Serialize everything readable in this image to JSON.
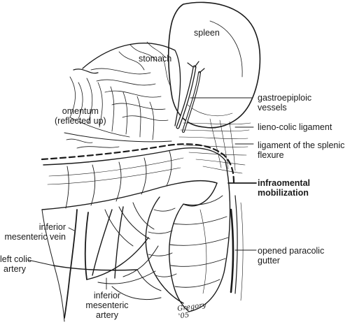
{
  "labels": {
    "spleen": "spleen",
    "stomach": "stomach",
    "gastroepiploic": [
      "gastroepiploic",
      "vessels"
    ],
    "omentum": [
      "omentum",
      "(reflected up)"
    ],
    "lieno_colic": "lieno-colic ligament",
    "splenic_flexure": [
      "ligament of the splenic",
      "flexure"
    ],
    "infraomental": [
      "infraomental",
      "mobilization"
    ],
    "inf_mes_vein": [
      "inferior",
      "mesenteric vein"
    ],
    "left_colic": [
      "left colic",
      "artery"
    ],
    "inf_mes_artery": [
      "inferior",
      "mesenteric",
      "artery"
    ],
    "paracolic": [
      "opened paracolic",
      "gutter"
    ]
  },
  "signature": [
    "Gregory",
    "'05"
  ],
  "colors": {
    "ink": "#1a1a1a",
    "background": "#ffffff"
  }
}
